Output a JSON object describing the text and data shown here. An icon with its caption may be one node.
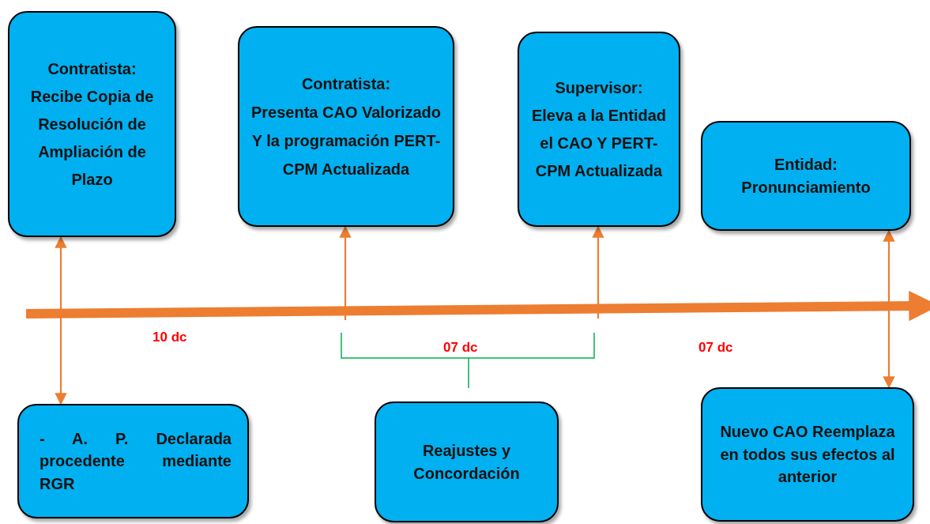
{
  "diagram": {
    "nodes": [
      {
        "text": [
          "Contratista:",
          "Recibe Copia de Resolución de Ampliación de Plazo"
        ]
      },
      {
        "text": [
          "Contratista:",
          "Presenta CAO Valorizado Y la programación PERT-CPM Actualizada"
        ]
      },
      {
        "text": [
          "Supervisor:",
          "Eleva a la Entidad el CAO Y PERT-CPM Actualizada"
        ]
      },
      {
        "text": [
          "Entidad:",
          "Pronunciamiento"
        ]
      },
      {
        "text": [
          "- A. P. Declarada procedente mediante RGR"
        ]
      },
      {
        "text": [
          "Reajustes y Concordación"
        ]
      },
      {
        "text": [
          "Nuevo CAO Reemplaza en todos sus efectos al anterior"
        ]
      }
    ],
    "edges": [
      {
        "from": 0,
        "to": 4,
        "arrow": "both"
      },
      {
        "from": null,
        "to": 1,
        "arrow": "to"
      },
      {
        "from": null,
        "to": 2,
        "arrow": "to"
      },
      {
        "from": 3,
        "to": 6,
        "arrow": "both"
      }
    ],
    "labels": [
      "10 dc",
      "07 dc",
      "07 dc"
    ]
  }
}
